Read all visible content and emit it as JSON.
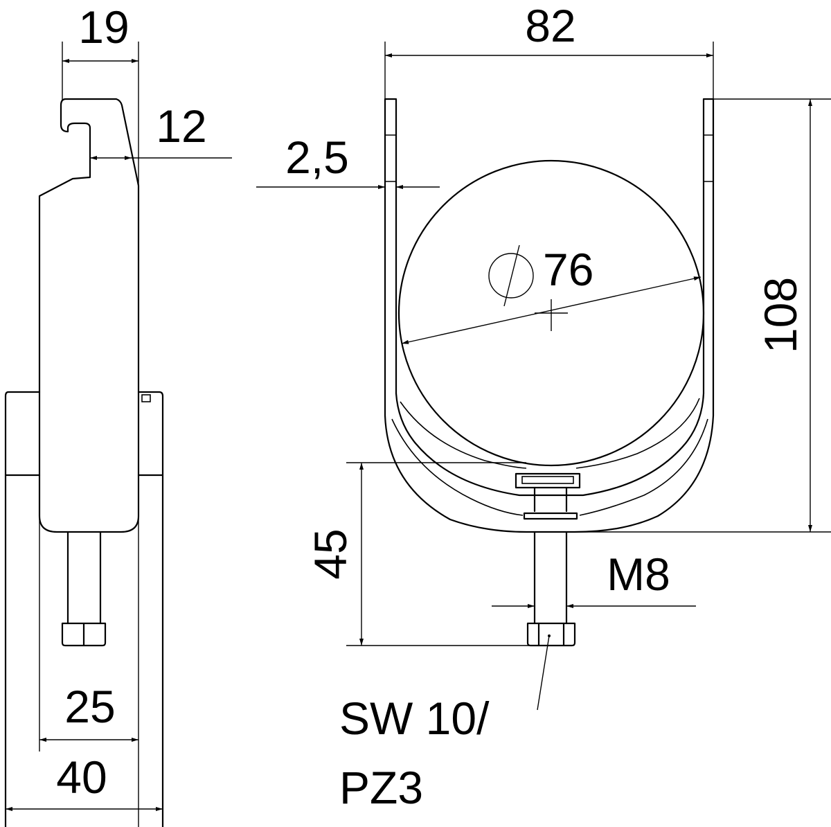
{
  "drawing": {
    "dimensions": {
      "side_width_top": "19",
      "hook_depth": "12",
      "side_bolt_spacing": "25",
      "side_total_width": "40",
      "front_width": "82",
      "wall_thickness": "2,5",
      "pipe_diameter": "76",
      "total_height": "108",
      "bolt_height": "45",
      "thread": "M8"
    },
    "callout": {
      "line1": "SW 10/",
      "line2": "PZ3"
    },
    "colors": {
      "line": "#000000",
      "background": "#ffffff"
    }
  }
}
